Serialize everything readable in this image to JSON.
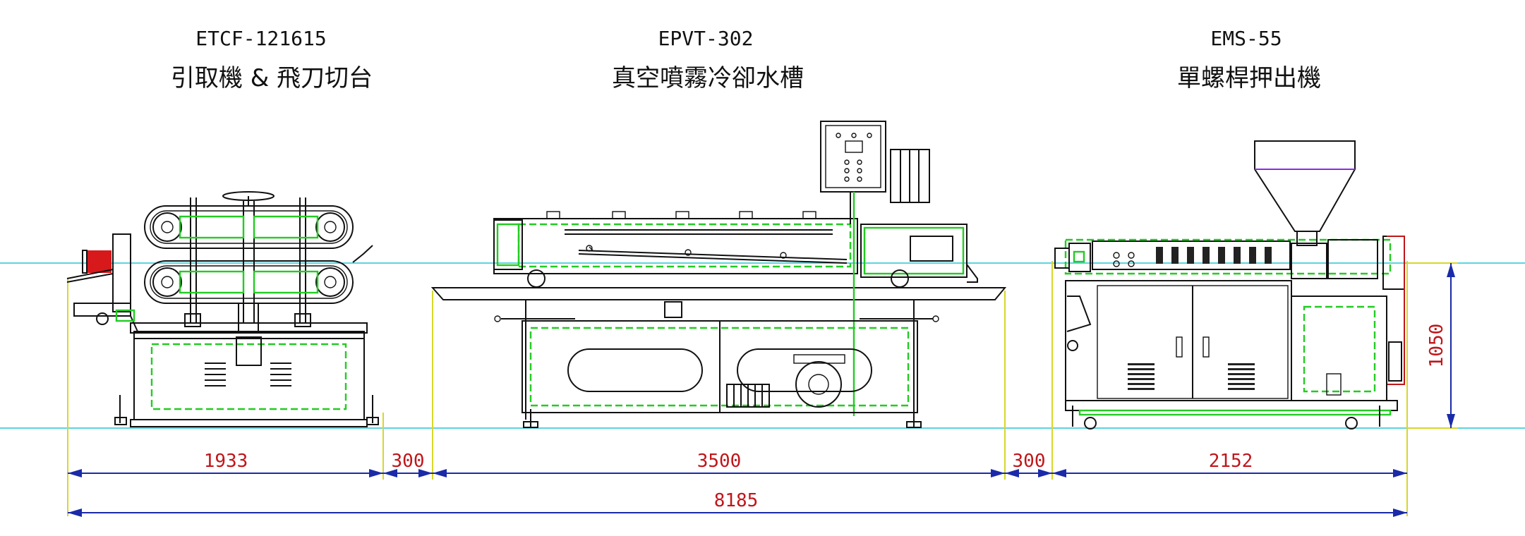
{
  "machines": [
    {
      "code": "ETCF-121615",
      "name": "引取機 & 飛刀切台"
    },
    {
      "code": "EPVT-302",
      "name": "真空噴霧冷卻水槽"
    },
    {
      "code": "EMS-55",
      "name": "單螺桿押出機"
    }
  ],
  "dimensions": {
    "haul_off_length": "1933",
    "gap_1": "300",
    "tank_length": "3500",
    "gap_2": "300",
    "extruder_length": "2152",
    "total_length": "8185",
    "height": "1050"
  },
  "colors": {
    "dimension_line": "#1a2aa8",
    "dimension_text": "#c0161a",
    "dashed_outline": "#22cc22",
    "reference_line": "#29c6d6",
    "extension_line": "#d7d72a",
    "motor": "#d8191c"
  }
}
